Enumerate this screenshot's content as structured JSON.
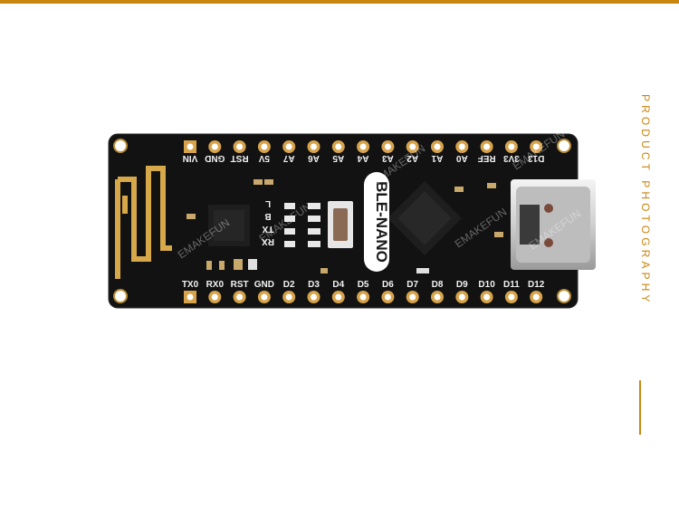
{
  "caption": "PRODUCT PHOTOGRAPHY",
  "board": {
    "name": "BLE-NANO",
    "watermark": "EMAKEFUN",
    "top_pins": [
      "VIN",
      "GND",
      "RST",
      "5V",
      "A7",
      "A6",
      "A5",
      "A4",
      "A3",
      "A2",
      "A1",
      "A0",
      "REF",
      "3V3",
      "D13"
    ],
    "bottom_pins": [
      "TX0",
      "RX0",
      "RST",
      "GND",
      "D2",
      "D3",
      "D4",
      "D5",
      "D6",
      "D7",
      "D8",
      "D9",
      "D10",
      "D11",
      "D12"
    ],
    "led_labels": [
      "L",
      "B",
      "TX",
      "RX"
    ]
  },
  "colors": {
    "accent": "#c8860f",
    "pcb": "#121212",
    "gold": "#d6a84a"
  }
}
